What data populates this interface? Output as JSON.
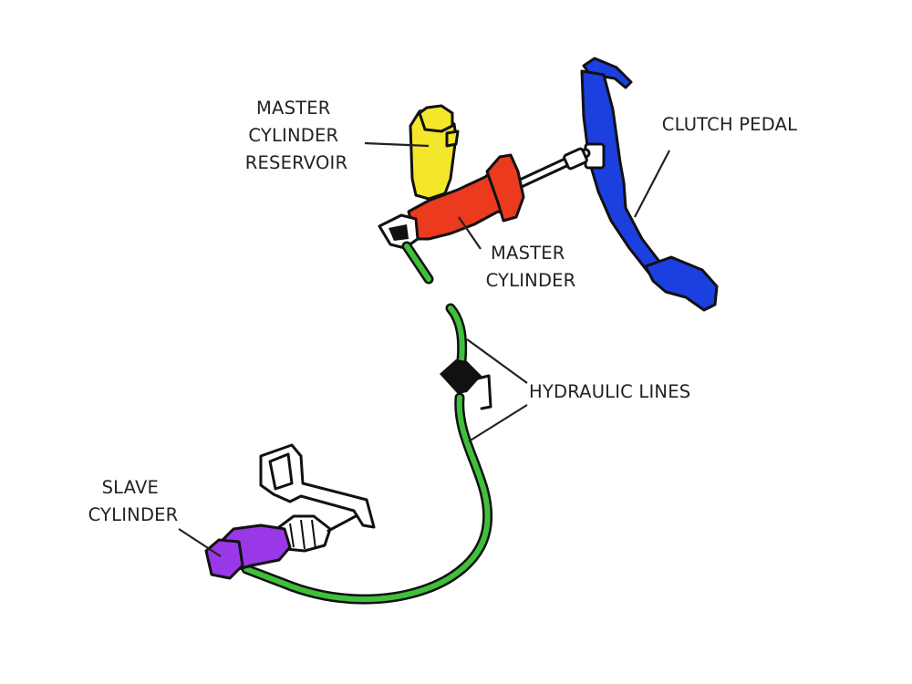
{
  "labels": {
    "reservoir": [
      "MASTER",
      "CYLINDER",
      "RESERVOIR"
    ],
    "clutch_pedal": [
      "CLUTCH PEDAL"
    ],
    "master_cylinder": [
      "MASTER",
      "CYLINDER"
    ],
    "hydraulic_lines": [
      "HYDRAULIC LINES"
    ],
    "slave_cylinder": [
      "SLAVE",
      "CYLINDER"
    ]
  },
  "colors": {
    "reservoir": "#f3e62b",
    "master_cylinder": "#ec3a1e",
    "clutch_pedal": "#1c3fe0",
    "hydraulic_lines": "#3fc03a",
    "slave_cylinder": "#9a38e8",
    "outline": "#111111"
  }
}
